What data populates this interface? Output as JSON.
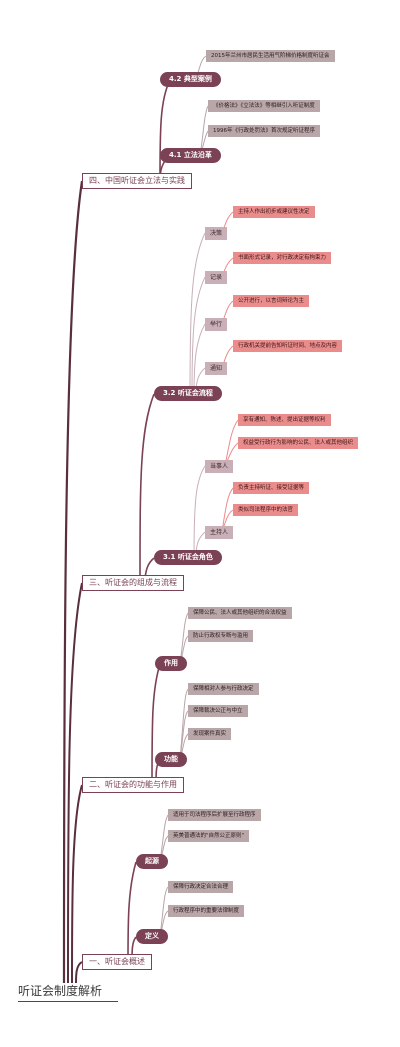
{
  "root": "听证会制度解析",
  "sections": {
    "s4": "四、中国听证会立法与实践",
    "s3": "三、听证会的组成与流程",
    "s2": "二、听证会的功能与作用",
    "s1": "一、听证会概述"
  },
  "subs": {
    "s42": "4.2 典型案例",
    "s41": "4.1 立法沿革",
    "s32": "3.2 听证会流程",
    "s31": "3.1 听证会角色",
    "zuoyong": "作用",
    "gongneng": "功能",
    "qiyuan": "起源",
    "dingyi": "定义"
  },
  "cats": {
    "juece": "决策",
    "jilu": "记录",
    "juxing": "举行",
    "tongzhi": "通知",
    "dangshiren": "当事人",
    "zhuchiren": "主持人"
  },
  "leaves": {
    "l1": "2015年兰州市居民生活用气阶梯价格制度听证会",
    "l2": "《价格法》《立法法》等相继引入听证制度",
    "l3": "1996年《行政处罚法》首次规定听证程序",
    "l4": "主持人作出初步或建议性决定",
    "l5": "书面形式记录，对行政决定有拘束力",
    "l6": "公开进行，以言词辩论为主",
    "l7": "行政机关提前告知听证时间、地点及内容",
    "l8": "享有通知、陈述、提出证据等权利",
    "l9": "权益受行政行为影响的公民、法人或其他组织",
    "l10": "负责主持听证、接受证据等",
    "l11": "类似司法程序中的法官",
    "l12": "保障公民、法人或其他组织的合法权益",
    "l13": "防止行政权专断与滥用",
    "l14": "保障相对人参与行政决定",
    "l15": "保障裁决公正与中立",
    "l16": "发现案件真实",
    "l17": "适用于司法程序后扩展至行政程序",
    "l18": "英美普通法的\"自然公正原则\"",
    "l19": "保障行政决定合法合理",
    "l20": "行政程序中的重要法律制度"
  },
  "colors": {
    "branch": "#7a4254",
    "root_line": "#5a2f3d",
    "cat_line": "#c8b0b6",
    "leaf_red": "#ea8c8c",
    "leaf_grey": "#b9a6a8"
  }
}
